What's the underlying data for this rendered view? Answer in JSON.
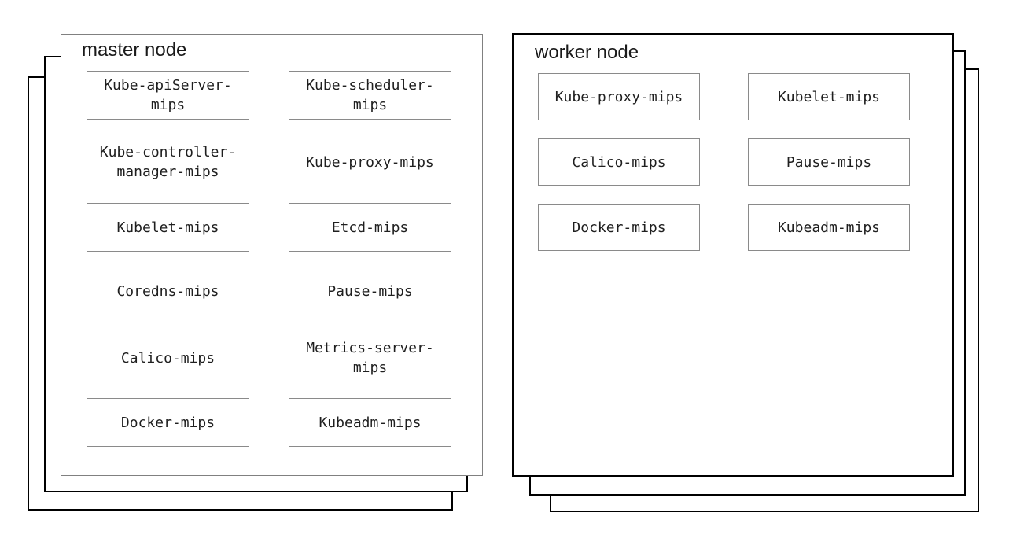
{
  "colors": {
    "background": "#ffffff",
    "stack_layer_border": "#000000",
    "master_box_border": "#808080",
    "worker_box_border": "#000000",
    "component_box_border": "#8a8a8a",
    "text": "#1f1f1f"
  },
  "master_node": {
    "title": "master node",
    "columns": [
      [
        "Kube-apiServer-\nmips",
        "Kube-controller-\nmanager-mips",
        "Kubelet-mips",
        "Coredns-mips",
        "Calico-mips",
        "Docker-mips"
      ],
      [
        "Kube-scheduler-\nmips",
        "Kube-proxy-mips",
        "Etcd-mips",
        "Pause-mips",
        "Metrics-server-\nmips",
        "Kubeadm-mips"
      ]
    ]
  },
  "worker_node": {
    "title": "worker node",
    "columns": [
      [
        "Kube-proxy-mips",
        "Calico-mips",
        "Docker-mips"
      ],
      [
        "Kubelet-mips",
        "Pause-mips",
        "Kubeadm-mips"
      ]
    ]
  }
}
